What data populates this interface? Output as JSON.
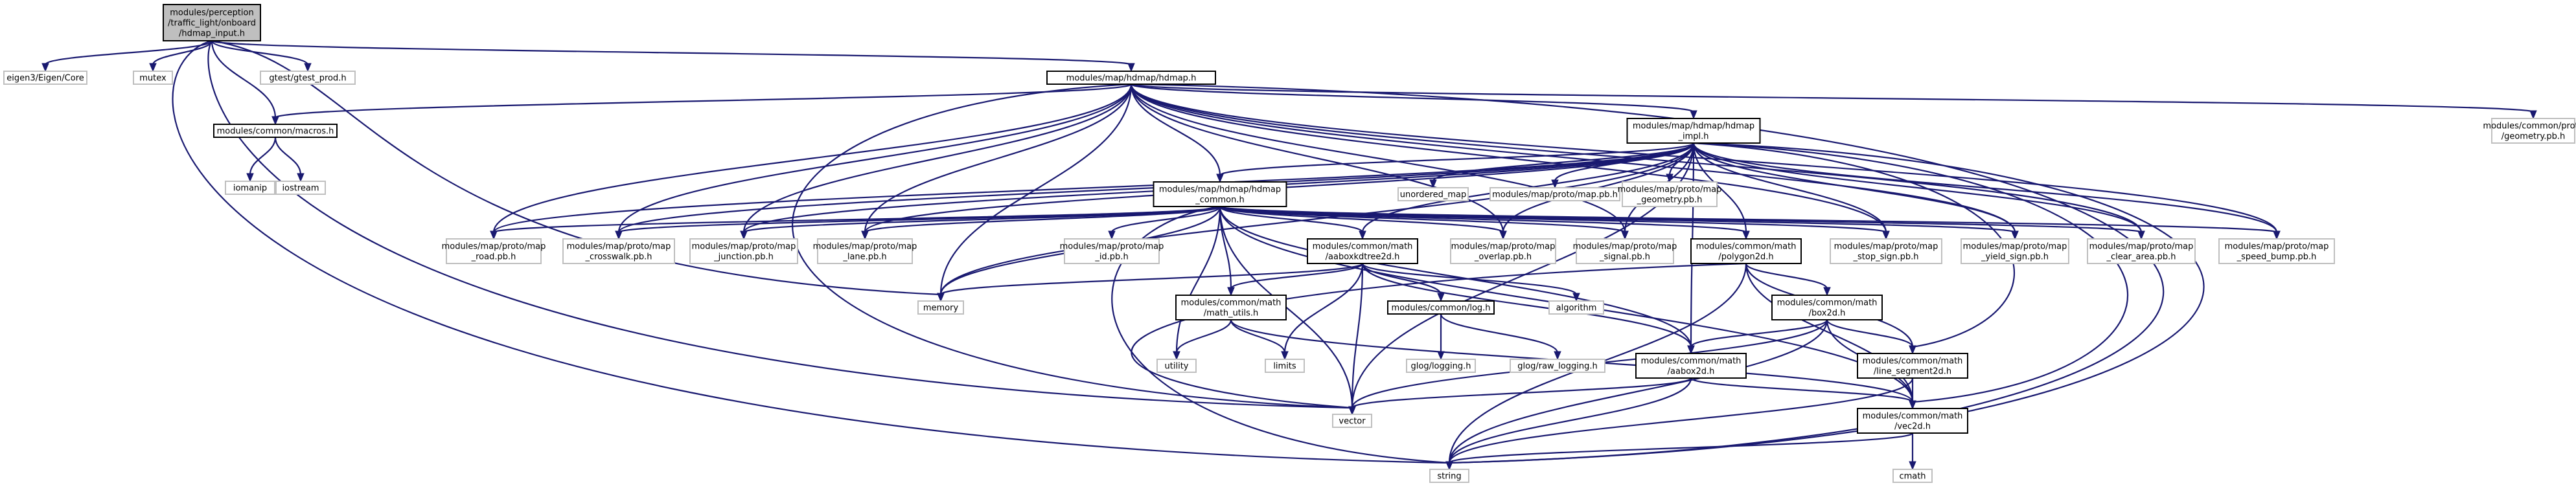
{
  "graph": {
    "root": [
      "modules/perception",
      "/traffic_light/onboard",
      "/hdmap_input.h"
    ],
    "hdmap_h": [
      "modules/map/hdmap/hdmap.h"
    ],
    "eigen": [
      "eigen3/Eigen/Core"
    ],
    "mutex": [
      "mutex"
    ],
    "gtest_prod": [
      "gtest/gtest_prod.h"
    ],
    "macros": [
      "modules/common/macros.h"
    ],
    "iomanip": [
      "iomanip"
    ],
    "iostream": [
      "iostream"
    ],
    "hdmap_impl": [
      "modules/map/hdmap/hdmap",
      "_impl.h"
    ],
    "geometry_pb": [
      "modules/common/proto",
      "/geometry.pb.h"
    ],
    "hdmap_common": [
      "modules/map/hdmap/hdmap",
      "_common.h"
    ],
    "unordered_map": [
      "unordered_map"
    ],
    "map_pb": [
      "modules/map/proto/map.pb.h"
    ],
    "map_geometry_pb": [
      "modules/map/proto/map",
      "_geometry.pb.h"
    ],
    "road_pb": [
      "modules/map/proto/map",
      "_road.pb.h"
    ],
    "crosswalk_pb": [
      "modules/map/proto/map",
      "_crosswalk.pb.h"
    ],
    "junction_pb": [
      "modules/map/proto/map",
      "_junction.pb.h"
    ],
    "lane_pb": [
      "modules/map/proto/map",
      "_lane.pb.h"
    ],
    "id_pb": [
      "modules/map/proto/map",
      "_id.pb.h"
    ],
    "aaboxkdtree": [
      "modules/common/math",
      "/aaboxkdtree2d.h"
    ],
    "overlap_pb": [
      "modules/map/proto/map",
      "_overlap.pb.h"
    ],
    "signal_pb": [
      "modules/map/proto/map",
      "_signal.pb.h"
    ],
    "polygon2d": [
      "modules/common/math",
      "/polygon2d.h"
    ],
    "stop_sign_pb": [
      "modules/map/proto/map",
      "_stop_sign.pb.h"
    ],
    "yield_sign_pb": [
      "modules/map/proto/map",
      "_yield_sign.pb.h"
    ],
    "clear_area_pb": [
      "modules/map/proto/map",
      "_clear_area.pb.h"
    ],
    "speed_bump_pb": [
      "modules/map/proto/map",
      "_speed_bump.pb.h"
    ],
    "memory": [
      "memory"
    ],
    "log_h": [
      "modules/common/log.h"
    ],
    "algorithm": [
      "algorithm"
    ],
    "math_utils": [
      "modules/common/math",
      "/math_utils.h"
    ],
    "box2d": [
      "modules/common/math",
      "/box2d.h"
    ],
    "glog_logging": [
      "glog/logging.h"
    ],
    "glog_raw": [
      "glog/raw_logging.h"
    ],
    "utility": [
      "utility"
    ],
    "limits": [
      "limits"
    ],
    "aabox2d": [
      "modules/common/math",
      "/aabox2d.h"
    ],
    "line_segment2d": [
      "modules/common/math",
      "/line_segment2d.h"
    ],
    "vector": [
      "vector"
    ],
    "vec2d": [
      "modules/common/math",
      "/vec2d.h"
    ],
    "cmath": [
      "cmath"
    ],
    "string": [
      "string"
    ]
  }
}
